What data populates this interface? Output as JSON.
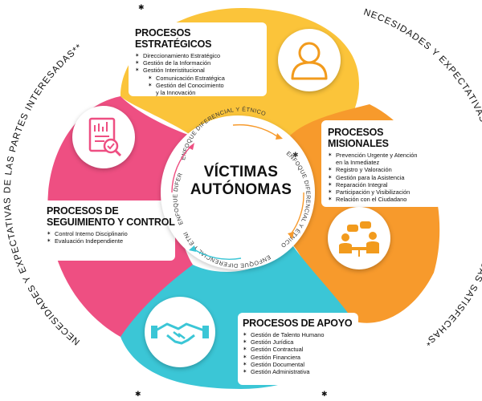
{
  "outer_left_text": "NECESIDADES Y EXPECTATIVAS DE LAS PARTES INTERESADAS**",
  "outer_right_text": "NECESIDADES Y EXPECTATIVAS DE LAS PARTES INTERESADAS SATISFECHAS*",
  "ring_text": "ENFOQUE DIFERENCIAL Y ÉTNICO",
  "center": {
    "line1": "VÍCTIMAS",
    "line2": "AUTÓNOMAS"
  },
  "colors": {
    "estrategicos": "#FBC43A",
    "misionales": "#F79A2C",
    "apoyo": "#3BC6D6",
    "seguimiento": "#EE4F82",
    "accent_icon": "#F29B1D"
  },
  "estrategicos": {
    "title": "PROCESOS ESTRATÉGICOS",
    "items": [
      "Direccionamiento Estratégico",
      "Gestión de la Información",
      "Gestión Interistitucional"
    ],
    "subitems": [
      "Comunicación Estratégica",
      "Gestión del Conocimiento",
      "y la Innovación"
    ],
    "icon": "person-icon"
  },
  "misionales": {
    "title": "PROCESOS MISIONALES",
    "items": [
      "Prevención Urgente y Atención",
      "en la Inmediatez",
      "Registro y Valoración",
      "Gestión para la Asistencia",
      "Reparación Integral",
      "Participación y Visibilización",
      "Relación con el Ciudadano"
    ],
    "icon": "meeting-icon"
  },
  "seguimiento": {
    "title_line1": "PROCESOS DE",
    "title_line2": "SEGUIMIENTO Y CONTROL",
    "items": [
      "Control Interno Disciplinario",
      "Evaluación Independiente"
    ],
    "icon": "report-check-icon"
  },
  "apoyo": {
    "title": "PROCESOS DE APOYO",
    "items": [
      "Gestión de Talento Humano",
      "Gestión Jurídica",
      "Gestión Contractual",
      "Gestión Financiera",
      "Gestión Documental",
      "Gestión Administrativa"
    ],
    "icon": "handshake-icon"
  }
}
